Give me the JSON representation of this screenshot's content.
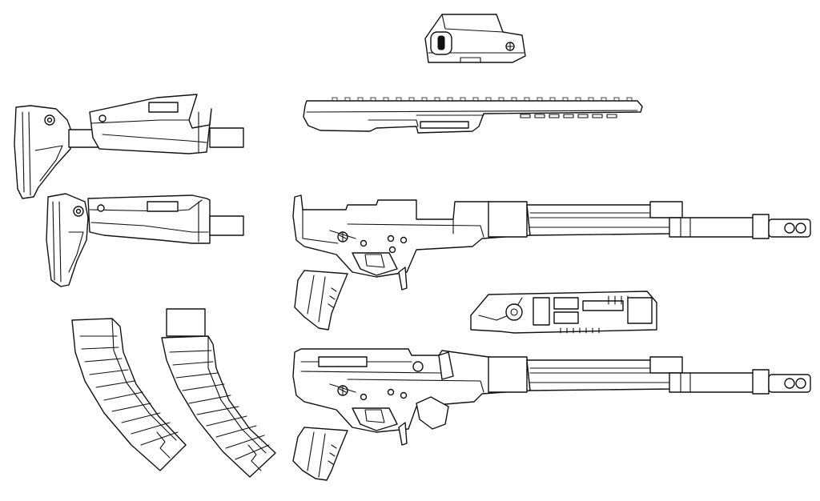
{
  "sheet": {
    "background": "#ffffff",
    "line_color": "#111111",
    "parts": [
      "red-dot-sight",
      "top-rail",
      "folding-stock-extended",
      "folding-stock-collapsed",
      "rifle-receiver",
      "handguard",
      "assembled-rifle",
      "curved-magazine",
      "curved-magazine-with-loader"
    ]
  },
  "icons": {
    "red_dot_sight": "optic-sight-icon",
    "top_rail": "picatinny-rail-icon",
    "stock": "folding-stock-icon",
    "receiver": "rifle-receiver-icon",
    "handguard": "handguard-icon",
    "magazine": "banana-magazine-icon"
  }
}
